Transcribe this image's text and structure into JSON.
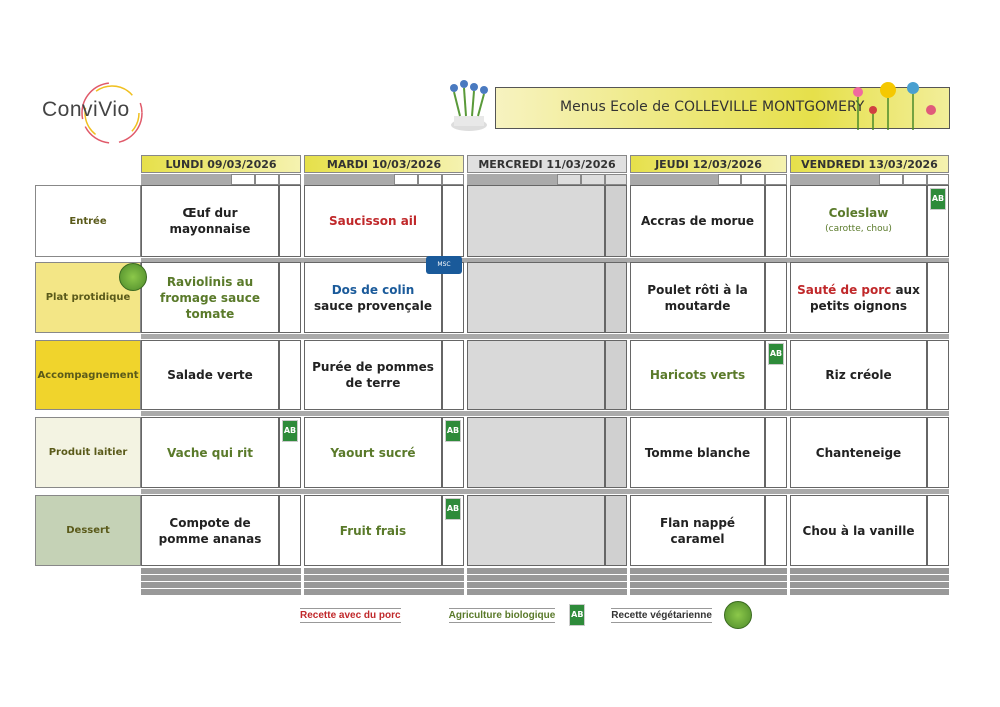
{
  "logo": {
    "text": "ConviVio"
  },
  "title": "Menus Ecole de COLLEVILLE MONTGOMERY",
  "days": [
    "LUNDI  09/03/2026",
    "MARDI 10/03/2026",
    "MERCREDI 11/03/2026",
    "JEUDI 12/03/2026",
    "VENDREDI 13/03/2026"
  ],
  "rows": [
    {
      "label": "Entrée",
      "cells": [
        {
          "parts": [
            {
              "t": "Œuf dur mayonnaise"
            }
          ]
        },
        {
          "parts": [
            {
              "t": "Saucisson ail",
              "c": "red"
            }
          ]
        },
        {
          "parts": []
        },
        {
          "parts": [
            {
              "t": "Accras de morue"
            }
          ]
        },
        {
          "parts": [
            {
              "t": "Coleslaw",
              "c": "green"
            }
          ],
          "sub": "(carotte, chou)",
          "badge": "ab"
        }
      ]
    },
    {
      "label": "Plat protidique",
      "cells": [
        {
          "parts": [
            {
              "t": "Raviolinis au fromage sauce tomate",
              "c": "green"
            }
          ],
          "badge": "veg"
        },
        {
          "parts": [
            {
              "t": "Dos de colin",
              "c": "blue"
            },
            {
              "t": " sauce provençale"
            }
          ],
          "badge": "msc"
        },
        {
          "parts": []
        },
        {
          "parts": [
            {
              "t": "Poulet rôti à la moutarde"
            }
          ]
        },
        {
          "parts": [
            {
              "t": "Sauté de porc",
              "c": "red"
            },
            {
              "t": " aux petits oignons"
            }
          ]
        }
      ]
    },
    {
      "label": "Accompagnement",
      "cells": [
        {
          "parts": [
            {
              "t": "Salade verte"
            }
          ]
        },
        {
          "parts": [
            {
              "t": "Purée de pommes de terre"
            }
          ]
        },
        {
          "parts": []
        },
        {
          "parts": [
            {
              "t": "Haricots verts",
              "c": "green"
            }
          ],
          "badge": "ab"
        },
        {
          "parts": [
            {
              "t": "Riz créole"
            }
          ]
        }
      ]
    },
    {
      "label": "Produit laitier",
      "cells": [
        {
          "parts": [
            {
              "t": "Vache qui rit",
              "c": "green"
            }
          ],
          "badge": "ab"
        },
        {
          "parts": [
            {
              "t": "Yaourt sucré",
              "c": "green"
            }
          ],
          "badge": "ab"
        },
        {
          "parts": []
        },
        {
          "parts": [
            {
              "t": "Tomme blanche"
            }
          ]
        },
        {
          "parts": [
            {
              "t": "Chanteneige"
            }
          ]
        }
      ]
    },
    {
      "label": "Dessert",
      "cells": [
        {
          "parts": [
            {
              "t": "Compote de pomme ananas"
            }
          ]
        },
        {
          "parts": [
            {
              "t": "Fruit frais",
              "c": "green"
            }
          ],
          "badge": "ab"
        },
        {
          "parts": []
        },
        {
          "parts": [
            {
              "t": "Flan nappé caramel"
            }
          ]
        },
        {
          "parts": [
            {
              "t": "Chou à la vanille"
            }
          ]
        }
      ]
    }
  ],
  "legend": {
    "pork": "Recette avec du porc",
    "bio": "Agriculture biologique",
    "veg": "Recette végétarienne"
  },
  "badges": {
    "ab": "AB",
    "msc": "MSC"
  },
  "colors": {
    "label_bg": [
      "#ffffff",
      "#f3e686",
      "#f0d42c",
      "#f3f3e2",
      "#c5d2b6"
    ]
  }
}
